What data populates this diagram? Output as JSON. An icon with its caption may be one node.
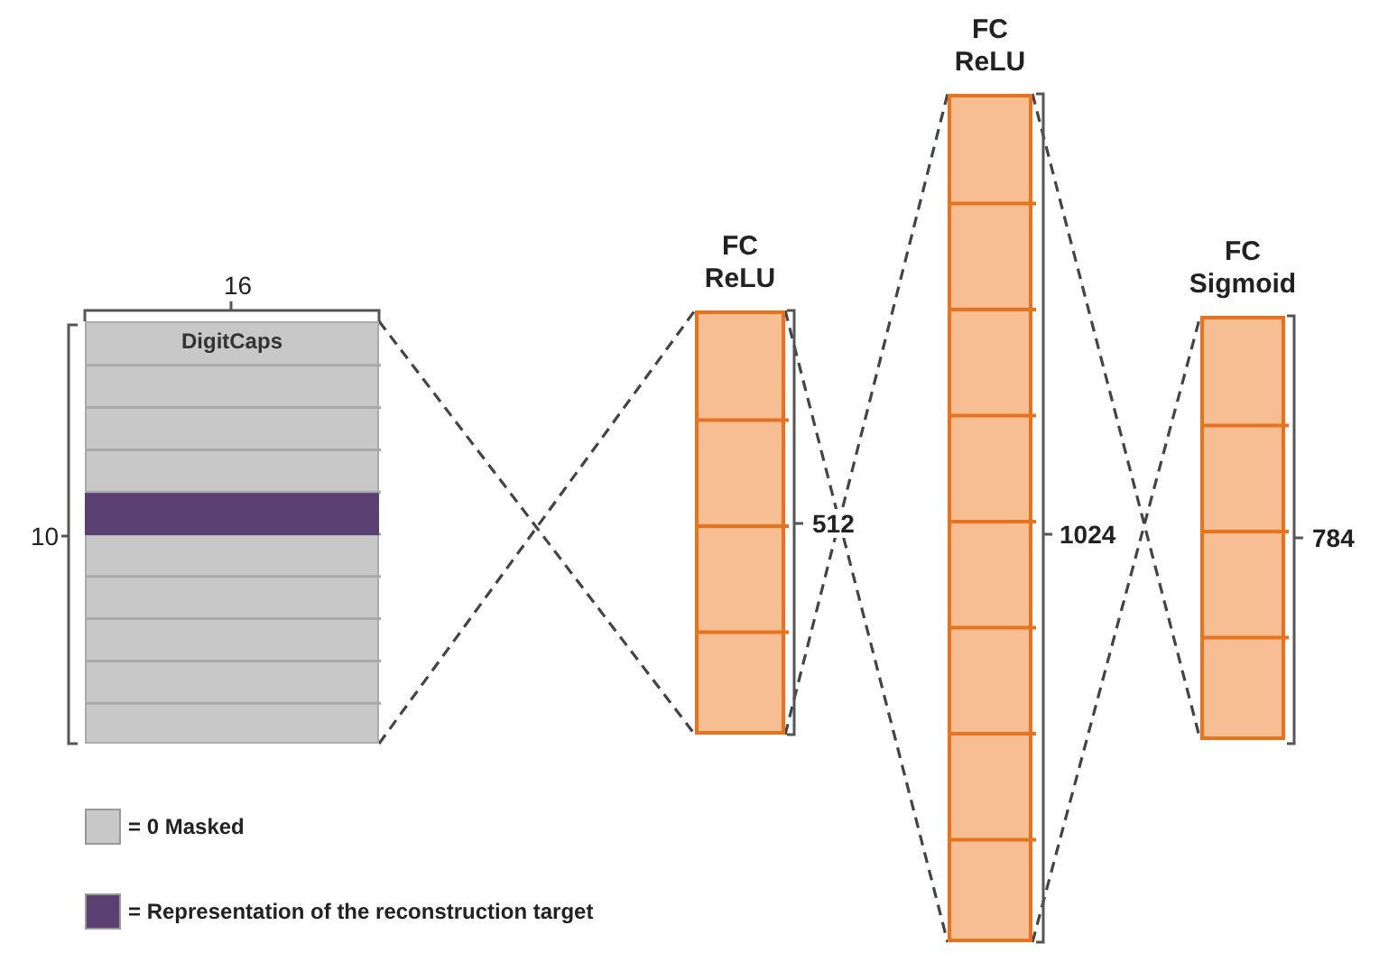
{
  "diagram": {
    "nodes": [
      {
        "text": [
          "DigitCaps"
        ]
      },
      {
        "text": [
          "FC ReLU"
        ]
      },
      {
        "text": [
          "FC ReLU"
        ]
      },
      {
        "text": [
          "FC Sigmoid"
        ]
      }
    ],
    "edges": [
      {
        "from": 0,
        "to": 1,
        "arrow": "none",
        "style": "dashed"
      },
      {
        "from": 0,
        "to": 1,
        "arrow": "none",
        "style": "dashed"
      },
      {
        "from": 1,
        "to": 2,
        "arrow": "none",
        "style": "dashed"
      },
      {
        "from": 1,
        "to": 2,
        "arrow": "none",
        "style": "dashed"
      },
      {
        "from": 2,
        "to": 3,
        "arrow": "none",
        "style": "dashed"
      },
      {
        "from": 2,
        "to": 3,
        "arrow": "none",
        "style": "dashed"
      }
    ],
    "labels": [
      "16",
      "10",
      "512",
      "1024",
      "784"
    ],
    "legend": [
      {
        "text": "= 0 Masked",
        "color": "#c8c8c8"
      },
      {
        "text": "= Representation of the reconstruction target",
        "color": "#5a3f72"
      }
    ]
  }
}
